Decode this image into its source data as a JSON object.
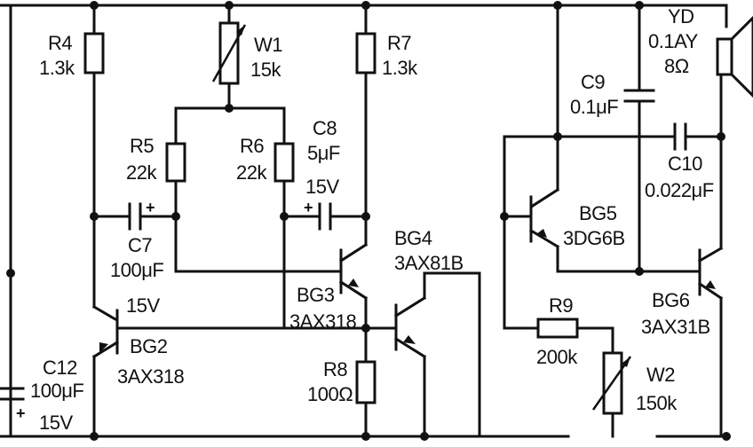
{
  "components": {
    "R4": {
      "ref": "R4",
      "value": "1.3k"
    },
    "W1": {
      "ref": "W1",
      "value": "15k"
    },
    "R7": {
      "ref": "R7",
      "value": "1.3k"
    },
    "R5": {
      "ref": "R5",
      "value": "22k"
    },
    "R6": {
      "ref": "R6",
      "value": "22k"
    },
    "C8": {
      "ref": "C8",
      "value": "5μF",
      "voltage": "15V"
    },
    "C7": {
      "ref": "C7",
      "value": "100μF",
      "voltage": "15V"
    },
    "BG4": {
      "ref": "BG4",
      "value": "3AX81B"
    },
    "BG3": {
      "ref": "BG3",
      "value": "3AX318"
    },
    "BG2": {
      "ref": "BG2",
      "value": "3AX318"
    },
    "R8": {
      "ref": "R8",
      "value": "100Ω"
    },
    "C12": {
      "ref": "C12",
      "value": "100μF",
      "voltage": "15V"
    },
    "YD": {
      "ref": "YD",
      "value": "0.1AY",
      "impedance": "8Ω"
    },
    "C9": {
      "ref": "C9",
      "value": "0.1μF"
    },
    "C10": {
      "ref": "C10",
      "value": "0.022μF"
    },
    "BG5": {
      "ref": "BG5",
      "value": "3DG6B"
    },
    "BG6": {
      "ref": "BG6",
      "value": "3AX31B"
    },
    "R9": {
      "ref": "R9",
      "value": "200k"
    },
    "W2": {
      "ref": "W2",
      "value": "150k"
    }
  },
  "symbols": {
    "plus": "+"
  }
}
